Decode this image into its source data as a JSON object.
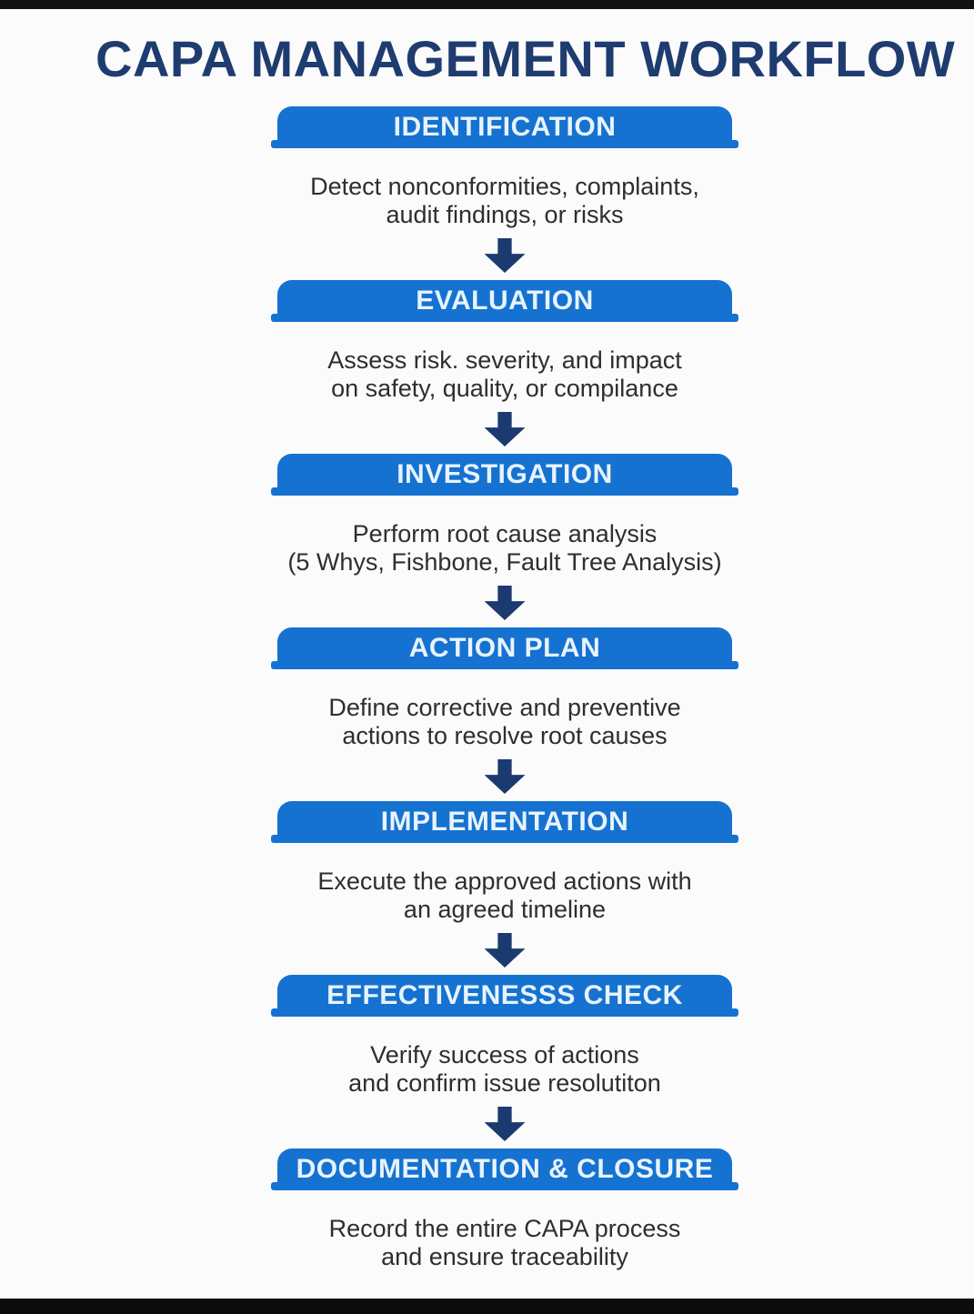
{
  "title": "CAPA MANAGEMENT WORKFLOW",
  "colors": {
    "box_blue": "#1572d0",
    "arrow_navy": "#1b3a70",
    "title_navy": "#1e3c6f",
    "box_label_text": "#e8f3fd",
    "body_text": "#2e2e2e"
  },
  "steps": [
    {
      "heading": "IDENTIFICATION",
      "lines": [
        "Detect nonconformities, complaints,",
        "audit findings, or risks"
      ]
    },
    {
      "heading": "EVALUATION",
      "lines": [
        "Assess risk. severity, and impact",
        "on safety, quality, or compilance"
      ]
    },
    {
      "heading": "INVESTIGATION",
      "lines": [
        "Perform root cause analysis",
        "(5 Whys, Fishbone, Fault Tree Analysis)"
      ]
    },
    {
      "heading": "ACTION PLAN",
      "lines": [
        "Define corrective and preventive",
        "actions to resolve root causes"
      ]
    },
    {
      "heading": "IMPLEMENTATION",
      "lines": [
        "Execute the approved actions with",
        "an agreed timeline"
      ]
    },
    {
      "heading": "EFFECTIVENESSS CHECK",
      "lines": [
        "Verify success of actions",
        "and confirm issue resolutiton"
      ]
    },
    {
      "heading": "DOCUMENTATION & CLOSURE",
      "lines": [
        "Record the entire CAPA process",
        "and ensure traceability"
      ]
    }
  ]
}
